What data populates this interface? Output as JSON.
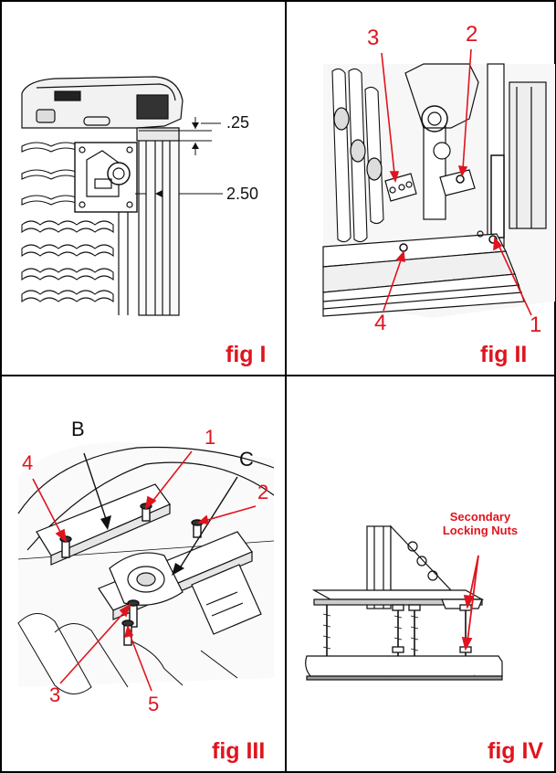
{
  "colors": {
    "accent": "#e0141e",
    "line": "#111111",
    "grid": "#000000"
  },
  "fig1": {
    "label": "fig I",
    "dim_small": ".25",
    "dim_large": "2.50"
  },
  "fig2": {
    "label": "fig II",
    "callouts": [
      "3",
      "2",
      "4",
      "1"
    ]
  },
  "fig3": {
    "label": "fig III",
    "callouts_red": [
      "4",
      "1",
      "2",
      "3",
      "5"
    ],
    "callouts_black": [
      "B",
      "C"
    ]
  },
  "fig4": {
    "label": "fig IV",
    "note_line1": "Secondary",
    "note_line2": "Locking Nuts"
  }
}
